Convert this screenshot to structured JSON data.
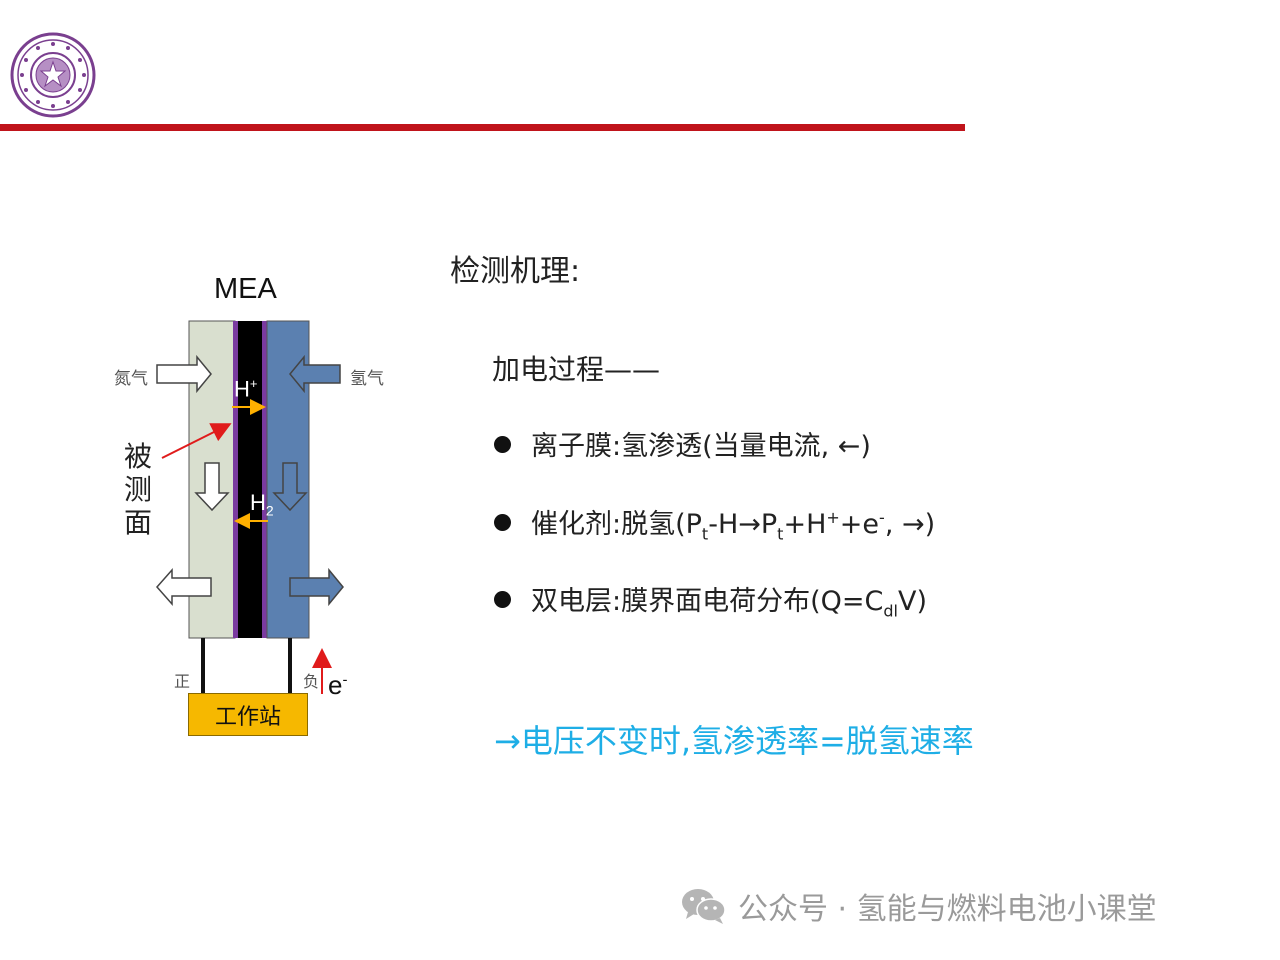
{
  "header": {
    "logo_icon": "tsinghua-university-seal-icon",
    "bar_color": "#c0141b"
  },
  "diagram": {
    "mea_label": "MEA",
    "left_gas_label": "氮气",
    "right_gas_label": "氢气",
    "proton_label": "H",
    "proton_charge": "+",
    "hydrogen_label": "H",
    "hydrogen_subscript": "2",
    "measured_side_label": "被测面",
    "positive_label": "正",
    "negative_label": "负",
    "electron_label": "e",
    "electron_charge": "-",
    "workstation_label": "工作站",
    "colors": {
      "left_chamber": "#d9dfcf",
      "membrane": "#000000",
      "membrane_edge": "#7a3aa0",
      "right_chamber": "#5b80b0",
      "workstation": "#f6b800",
      "flow_arrow": "#ffb000",
      "pointer_arrow": "#e01b1b"
    }
  },
  "content": {
    "heading": "检测机理:",
    "subheading": "加电过程——",
    "bullets": [
      {
        "text_parts": [
          "离子膜:氢渗透(当量电流, ",
          "←",
          ")"
        ]
      },
      {
        "prefix": "催化剂:脱氢(P",
        "s1": "t",
        "m1": "-H",
        "arrow1": "→",
        "m2": "P",
        "s2": "t",
        "m3": "+H",
        "sup1": "+",
        "m4": "+e",
        "sup2": "-",
        "m5": ", ",
        "arrow2": "→",
        "suffix": ")"
      },
      {
        "prefix": "双电层:膜界面电荷分布(Q=C",
        "sub": "dl",
        "suffix": "V)"
      }
    ],
    "conclusion": "→电压不变时,氢渗透率=脱氢速率",
    "conclusion_color": "#1eaee6"
  },
  "watermark": {
    "icon": "wechat-icon",
    "text": "公众号 · 氢能与燃料电池小课堂"
  }
}
